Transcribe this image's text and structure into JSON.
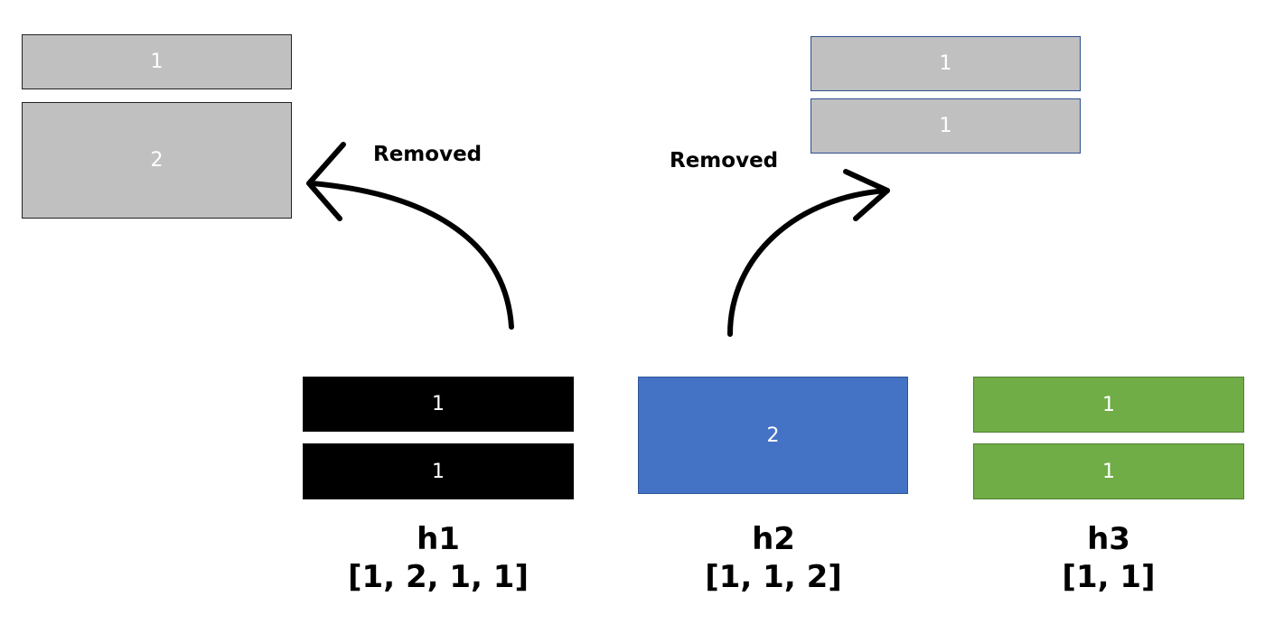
{
  "removed_left": {
    "label": "Removed",
    "blocks": [
      "1",
      "2"
    ]
  },
  "removed_right": {
    "label": "Removed",
    "blocks": [
      "1",
      "1"
    ]
  },
  "hands": [
    {
      "name": "h1",
      "sequence": "[1, 2, 1, 1]",
      "color": "#000000",
      "blocks": [
        "1",
        "1"
      ]
    },
    {
      "name": "h2",
      "sequence": "[1, 1, 2]",
      "color": "#4472c4",
      "blocks": [
        "2"
      ]
    },
    {
      "name": "h3",
      "sequence": "[1, 1]",
      "color": "#70ad47",
      "blocks": [
        "1",
        "1"
      ]
    }
  ],
  "colors": {
    "removed_block": "#c0c0c0",
    "arrow": "#000000"
  }
}
